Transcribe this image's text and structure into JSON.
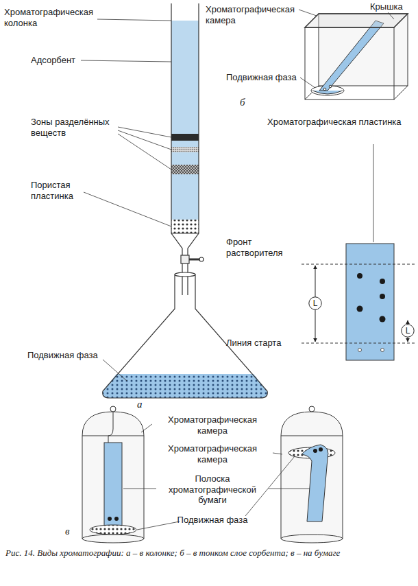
{
  "diagram": {
    "caption": "Рис. 14. Виды хроматографии: а – в колонке; б – в тонком слое сорбента; в – на бумаге",
    "nodes": [
      {
        "text": [
          "L"
        ]
      },
      {
        "text": [
          "L"
        ]
      }
    ],
    "labels": [
      "Хроматографическая колонка",
      "Адсорбент",
      "Зоны разделённых веществ",
      "Пористая пластинка",
      "Подвижная фаза",
      "а",
      "Хроматографическая камера",
      "Крышка",
      "Подвижная фаза",
      "Хроматографическая пластинка",
      "б",
      "Фронт растворителя",
      "Линия старта",
      "Хроматографическая камера",
      "Хроматографическая камера",
      "Полоска хроматографической бумаги",
      "Подвижная фаза",
      "в"
    ]
  }
}
